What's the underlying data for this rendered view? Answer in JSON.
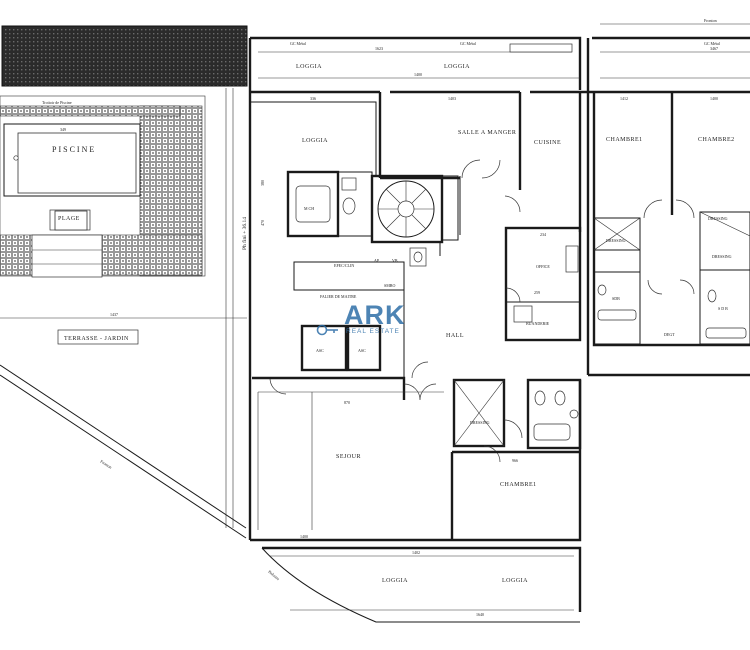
{
  "plan": {
    "rooms": {
      "piscine": "PISCINE",
      "plage": "PLAGE",
      "terrasse": "TERRASSE - JARDIN",
      "loggia_top_left": "LOGGIA",
      "loggia_top_mid": "LOGGIA",
      "loggia_inner": "LOGGIA",
      "salle": "SALLE A MANGER",
      "cuisine": "CUISINE",
      "chambre1": "CHAMBRE1",
      "chambre2": "CHAMBRE2",
      "chambre3": "CHAMBRE1",
      "mch": "M CH",
      "office": "OFFICE",
      "buanderie": "BUANDERIE",
      "hall": "HALL",
      "falier": "FALIER DE MAITRE",
      "asc1": "ASC",
      "asc2": "ASC",
      "efec": "EFEC/CLIN",
      "smbo": "SMBO",
      "ap": "AP",
      "vb": "VB",
      "dressing1": "DRESSING",
      "dressing2": "DRESSING",
      "dressing3": "DRESSING",
      "dressing_top": "DRESSING",
      "sdb1": "SDB",
      "sdb2": "S D B",
      "dgt": "DEGT",
      "sejour": "SEJOUR",
      "loggia_bottom1": "LOGGIA",
      "loggia_bottom2": "LOGGIA"
    },
    "notes": {
      "gc1": "GC Métal",
      "gc2": "GC Métal",
      "gc3": "GC Métal",
      "fronton_top": "Fronton",
      "fronton_left": "Fronton",
      "fronton_bottom": "Balustre",
      "elevation": "Ph fini + 36.14",
      "pool_top": "Trottoir de Piscine"
    },
    "dims": {
      "d1": "1437",
      "d2": "1623",
      "d3": "1400",
      "d4": "336",
      "d5": "1400",
      "d6": "3467",
      "d7": "1403",
      "d8": "349",
      "d9": "870",
      "d10": "1412",
      "d11": "1400",
      "d12": "966",
      "d13": "1402",
      "d14": "1640",
      "d15": "470",
      "d16": "380",
      "d17": "234",
      "d18": "259"
    },
    "watermark": {
      "brand": "ARK",
      "tagline": "REAL ESTATE"
    }
  }
}
